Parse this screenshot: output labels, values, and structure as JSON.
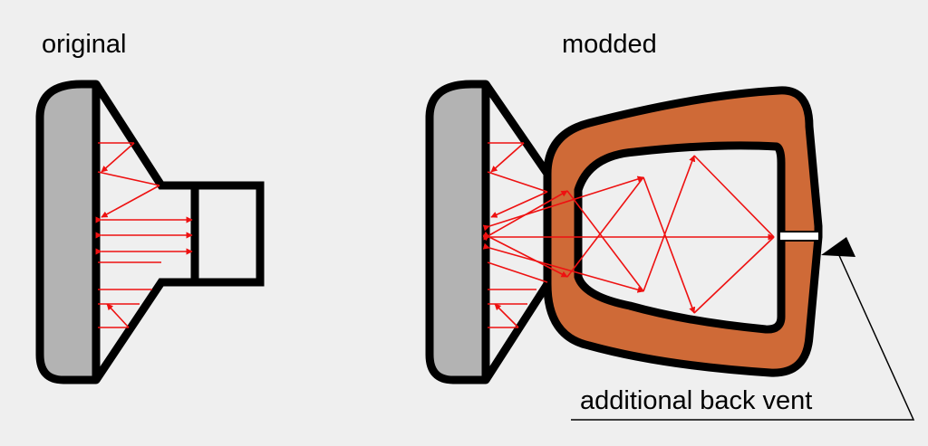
{
  "labels": {
    "original": "original",
    "modded": "modded",
    "annotation": "additional back vent"
  },
  "colors": {
    "background": "#efefef",
    "cushion_fill": "#b3b3b3",
    "chamber_fill": "#cf6a37",
    "outline": "#000000",
    "reflection": "#ee1111",
    "vent_fill": "#ffffff"
  }
}
